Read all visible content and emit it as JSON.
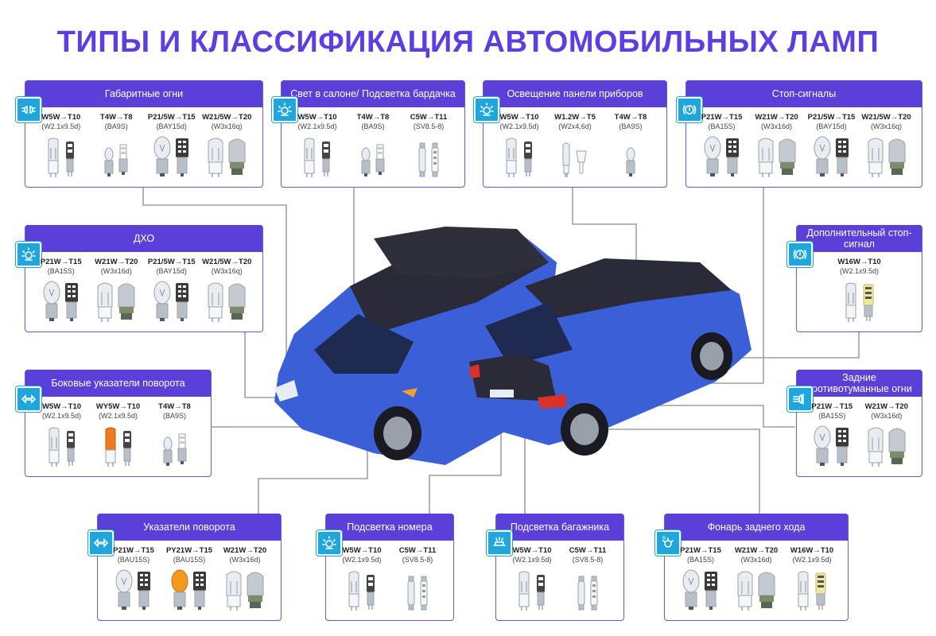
{
  "title": "ТИПЫ И КЛАССИФИКАЦИЯ АВТОМОБИЛЬНЫХ ЛАМП",
  "colors": {
    "accent": "#5a3fd8",
    "badge": "#1fa6dd",
    "car": "#3b5fd6",
    "roof": "#2a2a38"
  },
  "cards": [
    {
      "id": "gabarit",
      "title": "Габаритные огни",
      "icon": "parking-light-icon",
      "items": [
        {
          "label": "W5W→T10",
          "sub": "(W2.1x9.5d)",
          "bulbs": [
            "wedge-clear",
            "led-wedge"
          ]
        },
        {
          "label": "T4W→T8",
          "sub": "(BA9S)",
          "bulbs": [
            "mini-ba9s",
            "led-ba9s"
          ]
        },
        {
          "label": "P21/5W→T15",
          "sub": "(BAY15d)",
          "bulbs": [
            "ba15-clear",
            "led-ba15"
          ]
        },
        {
          "label": "W21/5W→T20",
          "sub": "(W3x16q)",
          "bulbs": [
            "t20-clear",
            "led-t20"
          ]
        }
      ]
    },
    {
      "id": "salon",
      "title": "Свет в салоне/ Подсветка бардачка",
      "icon": "interior-light-icon",
      "items": [
        {
          "label": "W5W→T10",
          "sub": "(W2.1x9.5d)",
          "bulbs": [
            "wedge-clear",
            "led-wedge"
          ]
        },
        {
          "label": "T4W→T8",
          "sub": "(BA9S)",
          "bulbs": [
            "mini-ba9s",
            "led-ba9s"
          ]
        },
        {
          "label": "C5W→T11",
          "sub": "(SV8.5-8)",
          "bulbs": [
            "festoon",
            "led-festoon"
          ]
        }
      ]
    },
    {
      "id": "panel",
      "title": "Освещение панели приборов",
      "icon": "dashboard-light-icon",
      "items": [
        {
          "label": "W5W→T10",
          "sub": "(W2.1x9.5d)",
          "bulbs": [
            "wedge-clear",
            "led-wedge"
          ]
        },
        {
          "label": "W1.2W→T5",
          "sub": "(W2x4,6d)",
          "bulbs": [
            "t5-clear",
            "led-t5"
          ]
        },
        {
          "label": "T4W→T8",
          "sub": "(BA9S)",
          "bulbs": [
            "mini-ba9s"
          ]
        }
      ]
    },
    {
      "id": "stop",
      "title": "Стоп-сигналы",
      "icon": "brake-light-icon",
      "items": [
        {
          "label": "P21W→T15",
          "sub": "(BA15S)",
          "bulbs": [
            "ba15-clear",
            "led-ba15"
          ]
        },
        {
          "label": "W21W→T20",
          "sub": "(W3x16d)",
          "bulbs": [
            "t20-clear",
            "led-t20"
          ]
        },
        {
          "label": "P21/5W→T15",
          "sub": "(BAY15d)",
          "bulbs": [
            "ba15-clear",
            "led-ba15"
          ]
        },
        {
          "label": "W21/5W→T20",
          "sub": "(W3x16q)",
          "bulbs": [
            "t20-clear",
            "led-t20"
          ]
        }
      ]
    },
    {
      "id": "dho",
      "title": "ДХО",
      "icon": "drl-icon",
      "items": [
        {
          "label": "P21W→T15",
          "sub": "(BA15S)",
          "bulbs": [
            "ba15-clear",
            "led-ba15"
          ]
        },
        {
          "label": "W21W→T20",
          "sub": "(W3x16d)",
          "bulbs": [
            "t20-clear",
            "led-t20"
          ]
        },
        {
          "label": "P21/5W→T15",
          "sub": "(BAY15d)",
          "bulbs": [
            "ba15-clear",
            "led-ba15"
          ]
        },
        {
          "label": "W21/5W→T20",
          "sub": "(W3x16q)",
          "bulbs": [
            "t20-clear",
            "led-t20"
          ]
        }
      ]
    },
    {
      "id": "extra-stop",
      "title": "Дополнительный стоп-сигнал",
      "icon": "brake-light-icon",
      "items": [
        {
          "label": "W16W→T10",
          "sub": "(W2.1x9.5d)",
          "bulbs": [
            "wedge-clear",
            "led-canbus"
          ]
        }
      ]
    },
    {
      "id": "side-turn",
      "title": "Боковые указатели поворота",
      "icon": "turn-signal-icon",
      "items": [
        {
          "label": "W5W→T10",
          "sub": "(W2.1x9.5d)",
          "bulbs": [
            "wedge-clear",
            "led-wedge"
          ]
        },
        {
          "label": "WY5W→T10",
          "sub": "(W2.1x9.5d)",
          "bulbs": [
            "wedge-amber",
            "led-wedge"
          ]
        },
        {
          "label": "T4W→T8",
          "sub": "(BA9S)",
          "bulbs": [
            "mini-ba9s",
            "led-ba9s"
          ]
        }
      ]
    },
    {
      "id": "rear-fog",
      "title": "Задние противотуманные огни",
      "icon": "rear-fog-icon",
      "items": [
        {
          "label": "P21W→T15",
          "sub": "(BA15S)",
          "bulbs": [
            "ba15-clear",
            "led-ba15"
          ]
        },
        {
          "label": "W21W→T20",
          "sub": "(W3x16d)",
          "bulbs": [
            "t20-clear",
            "led-t20"
          ]
        }
      ]
    },
    {
      "id": "turn",
      "title": "Указатели поворота",
      "icon": "turn-signal-icon",
      "items": [
        {
          "label": "P21W→T15",
          "sub": "(BAU15S)",
          "bulbs": [
            "ba15-clear",
            "led-ba15"
          ]
        },
        {
          "label": "PY21W→T15",
          "sub": "(BAU15S)",
          "bulbs": [
            "ba15-amber",
            "led-ba15"
          ]
        },
        {
          "label": "W21W→T20",
          "sub": "(W3x16d)",
          "bulbs": [
            "t20-clear",
            "led-t20"
          ]
        }
      ]
    },
    {
      "id": "plate",
      "title": "Подсветка номера",
      "icon": "plate-light-icon",
      "items": [
        {
          "label": "W5W→T10",
          "sub": "(W2.1x9.5d)",
          "bulbs": [
            "wedge-clear",
            "led-wedge"
          ]
        },
        {
          "label": "C5W→T11",
          "sub": "(SV8.5-8)",
          "bulbs": [
            "festoon",
            "led-festoon"
          ]
        }
      ]
    },
    {
      "id": "trunk",
      "title": "Подсветка багажника",
      "icon": "trunk-light-icon",
      "items": [
        {
          "label": "W5W→T10",
          "sub": "(W2.1x9.5d)",
          "bulbs": [
            "wedge-clear",
            "led-wedge"
          ]
        },
        {
          "label": "C5W→T11",
          "sub": "(SV8.5-8)",
          "bulbs": [
            "festoon",
            "led-festoon"
          ]
        }
      ]
    },
    {
      "id": "reverse",
      "title": "Фонарь заднего хода",
      "icon": "reverse-light-icon",
      "items": [
        {
          "label": "P21W→T15",
          "sub": "(BA15S)",
          "bulbs": [
            "ba15-clear",
            "led-ba15"
          ]
        },
        {
          "label": "W21W→T20",
          "sub": "(W3x16d)",
          "bulbs": [
            "t20-clear",
            "led-t20"
          ]
        },
        {
          "label": "W16W→T10",
          "sub": "(W2.1x9.5d)",
          "bulbs": [
            "wedge-clear",
            "led-canbus"
          ]
        }
      ]
    }
  ]
}
